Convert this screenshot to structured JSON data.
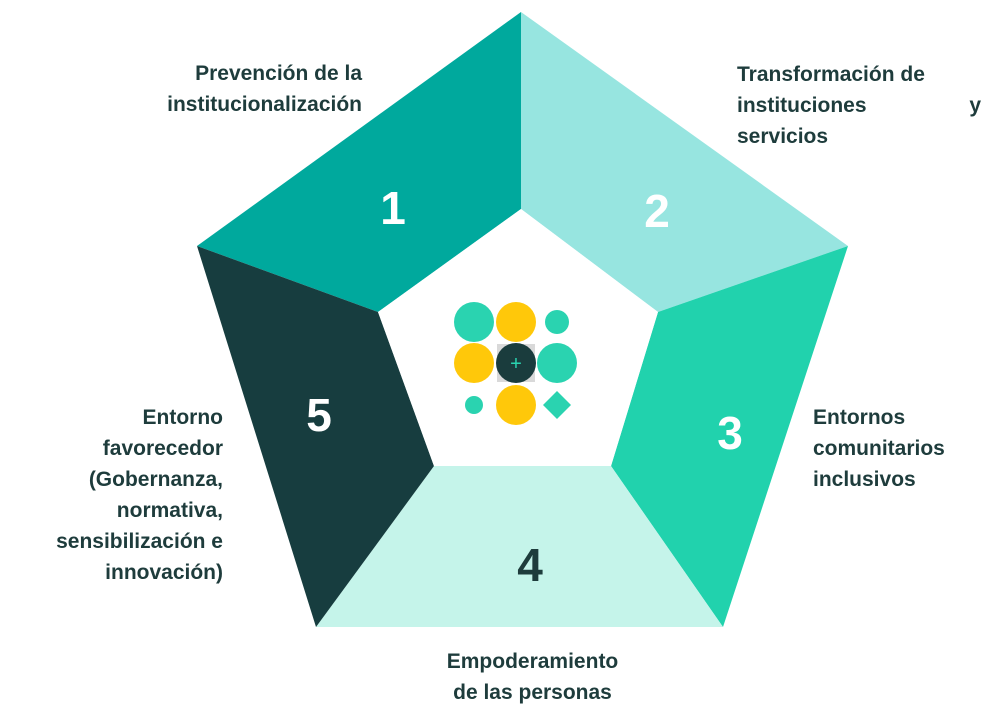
{
  "colors": {
    "segment_1": "#00a99d",
    "segment_2": "#97e5e0",
    "segment_3": "#21d2ad",
    "segment_4": "#c5f4ea",
    "segment_5": "#173d3f",
    "logo_teal": "#2ad3b0",
    "logo_yellow": "#ffc80a",
    "logo_dark": "#1a3c3d",
    "label_text": "#1e3c3c"
  },
  "segments": [
    {
      "number": "1",
      "label_lines": [
        "Prevención de la",
        "institucionalización"
      ]
    },
    {
      "number": "2",
      "label_lines": [
        "Transformación de",
        "instituciones y",
        "servicios"
      ]
    },
    {
      "number": "3",
      "label_lines": [
        "Entornos",
        "comunitarios",
        "inclusivos"
      ]
    },
    {
      "number": "4",
      "label_lines": [
        "Empoderamiento",
        "de las personas"
      ]
    },
    {
      "number": "5",
      "label_lines": [
        "Entorno",
        "favorecedor",
        "(Gobernanza,",
        "normativa,",
        "sensibilización e",
        "innovación)"
      ]
    }
  ],
  "center_logo": {
    "plus_symbol": "+"
  }
}
